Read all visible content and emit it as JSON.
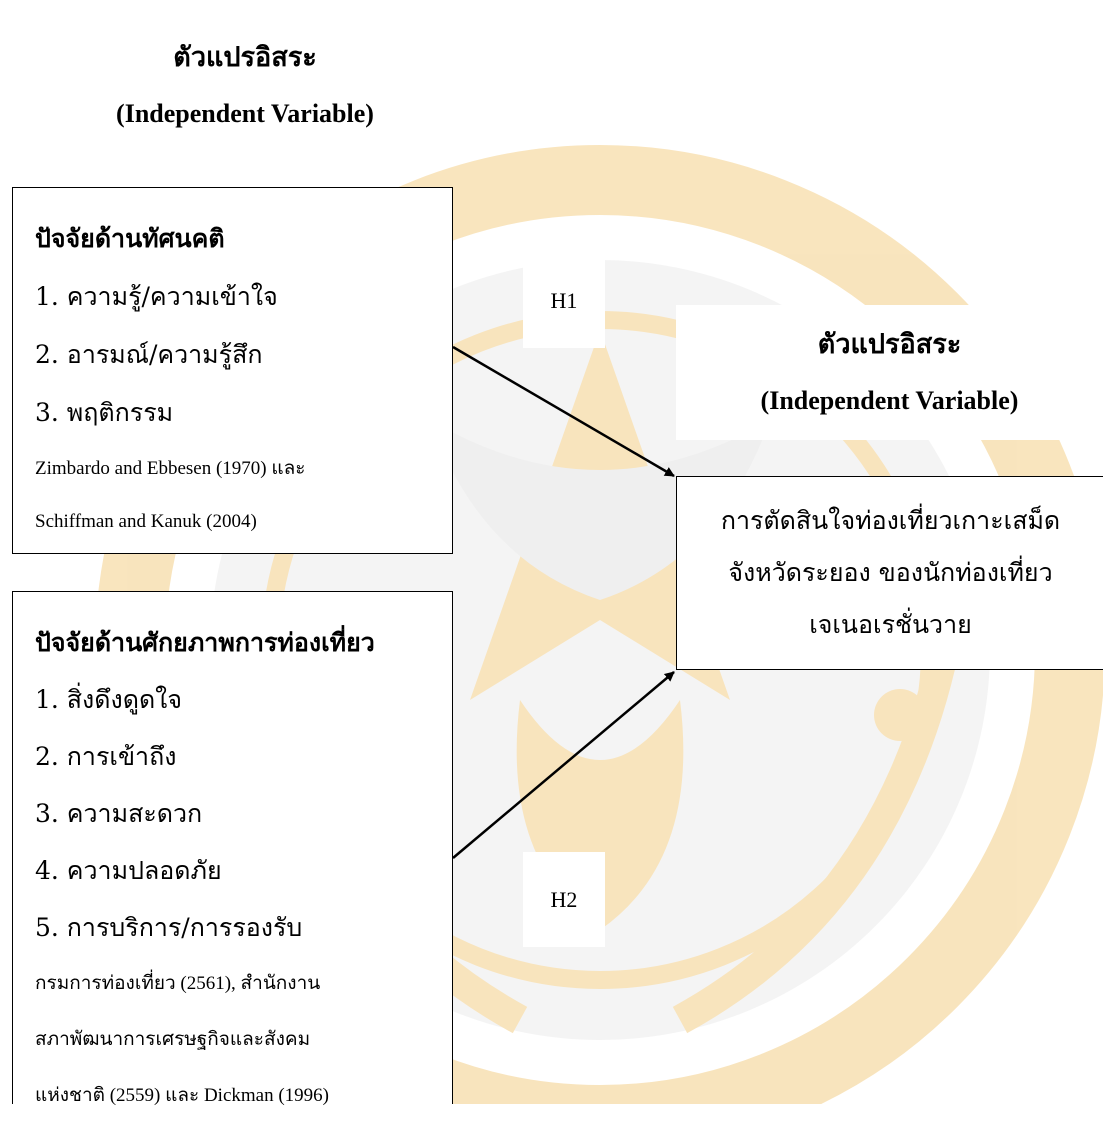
{
  "independent_heading": {
    "thai": "ตัวแปรอิสระ",
    "english": "(Independent Variable)"
  },
  "dependent_heading": {
    "thai": "ตัวแปรอิสระ",
    "english": "(Independent Variable)"
  },
  "attitude_box": {
    "title": "ปัจจัยด้านทัศนคติ",
    "items": [
      "1. ความรู้/ความเข้าใจ",
      "2. อารมณ์/ความรู้สึก",
      "3. พฤติกรรม"
    ],
    "refs": [
      "Zimbardo and Ebbesen (1970) และ",
      "Schiffman and Kanuk (2004)"
    ]
  },
  "potential_box": {
    "title": "ปัจจัยด้านศักยภาพการท่องเที่ยว",
    "items": [
      "1. สิ่งดึงดูดใจ",
      "2. การเข้าถึง",
      "3. ความสะดวก",
      "4. ความปลอดภัย",
      "5. การบริการ/การรองรับ"
    ],
    "refs": [
      "กรมการท่องเที่ยว (2561), สำนักงาน",
      "สภาพัฒนาการเศรษฐกิจและสังคม",
      "แห่งชาติ (2559) และ Dickman (1996)"
    ]
  },
  "dependent_box": {
    "lines": [
      "การตัดสินใจท่องเที่ยวเกาะเสม็ด",
      "จังหวัดระยอง ของนักท่องเที่ยว",
      "เจเนอเรชั่นวาย"
    ]
  },
  "hypotheses": {
    "h1": "H1",
    "h2": "H2"
  },
  "colors": {
    "watermark_gold": "#f7d79a",
    "watermark_gray": "#e6e6e6",
    "line": "#000000"
  }
}
